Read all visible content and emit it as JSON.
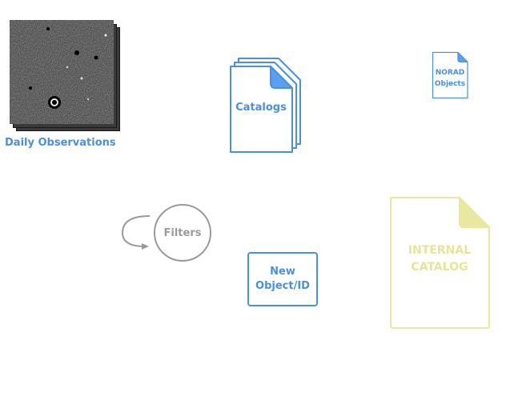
{
  "nodes": {
    "daily_observations": {
      "label": "Daily Observations",
      "icon": "observation-image-stack-icon"
    },
    "catalogs": {
      "label": "Catalogs",
      "icon": "document-stack-icon"
    },
    "norad": {
      "line1": "NORAD",
      "line2": "Objects",
      "icon": "document-icon"
    },
    "filters": {
      "label": "Filters",
      "icon": "loop-arrow-icon"
    },
    "new_object": {
      "line1": "New",
      "line2": "Object/ID"
    },
    "internal_catalog": {
      "line1": "INTERNAL",
      "line2": "CATALOG",
      "icon": "document-icon"
    }
  },
  "colors": {
    "accent_blue": "#4a90e2",
    "catalog_fill": "#5aa0f0",
    "neutral_grey": "#9a9a9a",
    "internal_yellow": "#e8e8a0"
  }
}
